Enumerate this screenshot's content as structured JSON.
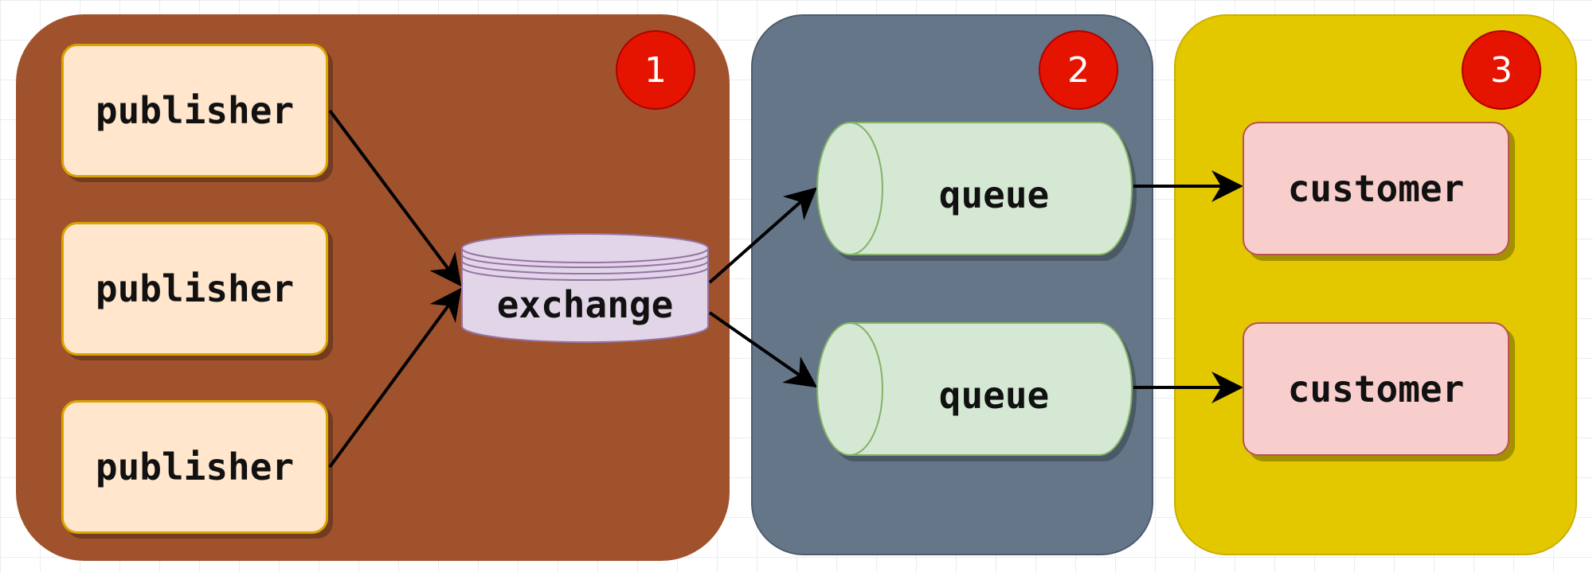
{
  "colors": {
    "panel_1": "#a0522d",
    "panel_2": "#647687",
    "panel_3": "#e3c800",
    "badge": "#e51400",
    "publisher_fill": "#ffe6cc",
    "exchange_fill": "#e1d5e7",
    "queue_fill": "#d5e8d4",
    "customer_fill": "#f8cecc",
    "edge": "#000000"
  },
  "badges": [
    "1",
    "2",
    "3"
  ],
  "publishers": [
    "publisher",
    "publisher",
    "publisher"
  ],
  "exchange": {
    "label": "exchange"
  },
  "queues": [
    "queue",
    "queue"
  ],
  "customers": [
    "customer",
    "customer"
  ]
}
